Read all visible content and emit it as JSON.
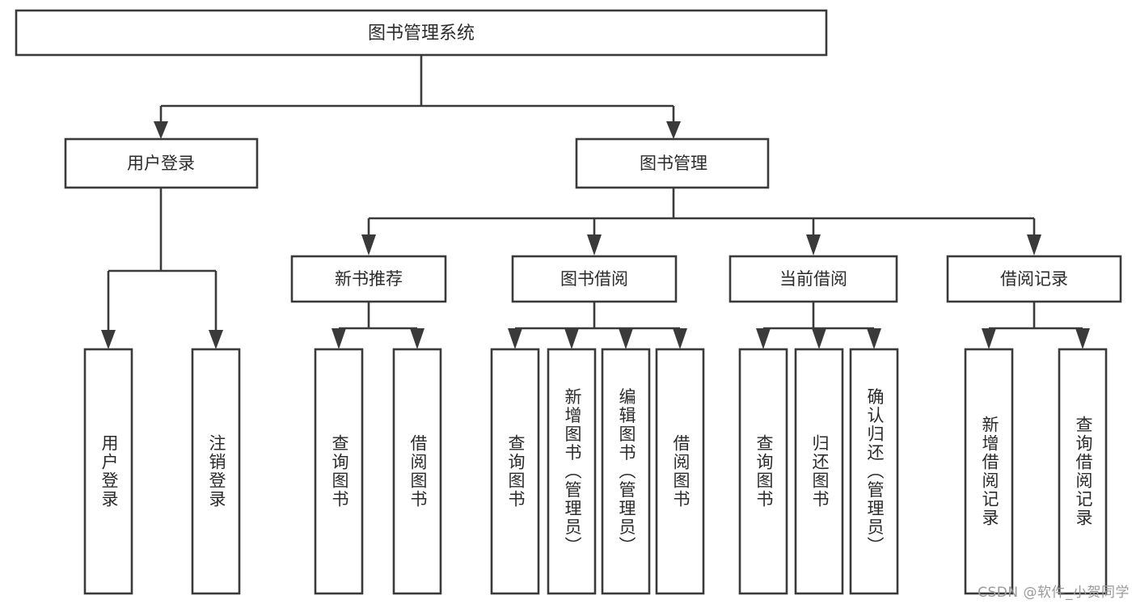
{
  "diagram": {
    "kind": "functional-structure-tree",
    "root": {
      "id": "root",
      "label": "图书管理系统"
    },
    "level1": [
      {
        "id": "user-login",
        "label": "用户登录"
      },
      {
        "id": "book-management",
        "label": "图书管理"
      }
    ],
    "level2": [
      {
        "id": "new-book-recommend",
        "label": "新书推荐",
        "parent": "book-management"
      },
      {
        "id": "book-borrow",
        "label": "图书借阅",
        "parent": "book-management"
      },
      {
        "id": "current-borrow",
        "label": "当前借阅",
        "parent": "book-management"
      },
      {
        "id": "borrow-record",
        "label": "借阅记录",
        "parent": "book-management"
      }
    ],
    "leaves": {
      "user-login": [
        {
          "id": "leaf-user-login",
          "label": "用户登录"
        },
        {
          "id": "leaf-user-logout",
          "label": "注销登录"
        }
      ],
      "new-book-recommend": [
        {
          "id": "leaf-query-book-1",
          "label": "查询图书"
        },
        {
          "id": "leaf-borrow-book-1",
          "label": "借阅图书"
        }
      ],
      "book-borrow": [
        {
          "id": "leaf-query-book-2",
          "label": "查询图书"
        },
        {
          "id": "leaf-add-book",
          "label": "新增图书（管理员）"
        },
        {
          "id": "leaf-edit-book",
          "label": "编辑图书（管理员）"
        },
        {
          "id": "leaf-borrow-book-2",
          "label": "借阅图书"
        }
      ],
      "current-borrow": [
        {
          "id": "leaf-query-book-3",
          "label": "查询图书"
        },
        {
          "id": "leaf-return-book",
          "label": "归还图书"
        },
        {
          "id": "leaf-confirm-return",
          "label": "确认归还（管理员）"
        }
      ],
      "borrow-record": [
        {
          "id": "leaf-add-record",
          "label": "新增借阅记录"
        },
        {
          "id": "leaf-query-record",
          "label": "查询借阅记录"
        }
      ]
    }
  },
  "watermark": {
    "text": "CSDN @软件_小贺同学"
  },
  "colors": {
    "stroke": "#3a3a3a",
    "fill": "#ffffff",
    "text": "#2b2b2b",
    "watermark": "#9b9b9b"
  }
}
